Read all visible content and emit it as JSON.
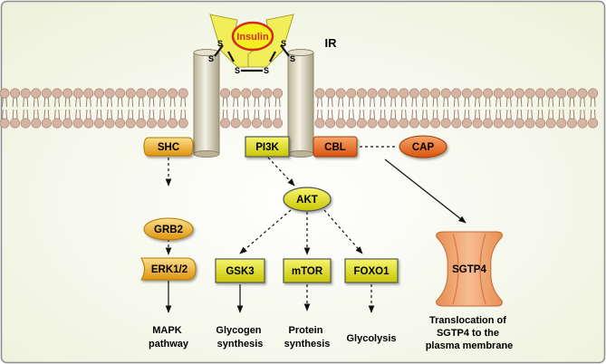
{
  "colors": {
    "background": "#eef2dc",
    "frame": "#8c8c8c",
    "membrane_head": "#d7b4a2",
    "membrane_tail": "#9f7f6f",
    "receptor_body": "#dcd6bd",
    "receptor_top": "#f4f05a",
    "insulin_fill": "#f5ef20",
    "insulin_stroke": "#d12d1f",
    "insulin_text": "#d12d1f",
    "orange_node": "#f2b32a",
    "yellow_node": "#e6e413",
    "red_node": "#e8671e",
    "sgtp4": "#f0a774"
  },
  "labels": {
    "insulin": "Insulin",
    "receptor": "IR",
    "disulfide": "S"
  },
  "nodes": {
    "shc": "SHC",
    "pi3k": "PI3K",
    "cbl": "CBL",
    "cap": "CAP",
    "grb2": "GRB2",
    "akt": "AKT",
    "erk": "ERK1/2",
    "gsk3": "GSK3",
    "mtor": "mTOR",
    "foxo1": "FOXO1",
    "sgtp4": "SGTP4"
  },
  "outcomes": {
    "mapk": [
      "MAPK",
      "pathway"
    ],
    "glycogen": [
      "Glycogen",
      "synthesis"
    ],
    "protein": [
      "Protein",
      "synthesis"
    ],
    "glycolysis": [
      "Glycolysis"
    ],
    "translocation": [
      "Translocation of",
      "SGTP4 to the",
      "plasma membrane"
    ]
  }
}
